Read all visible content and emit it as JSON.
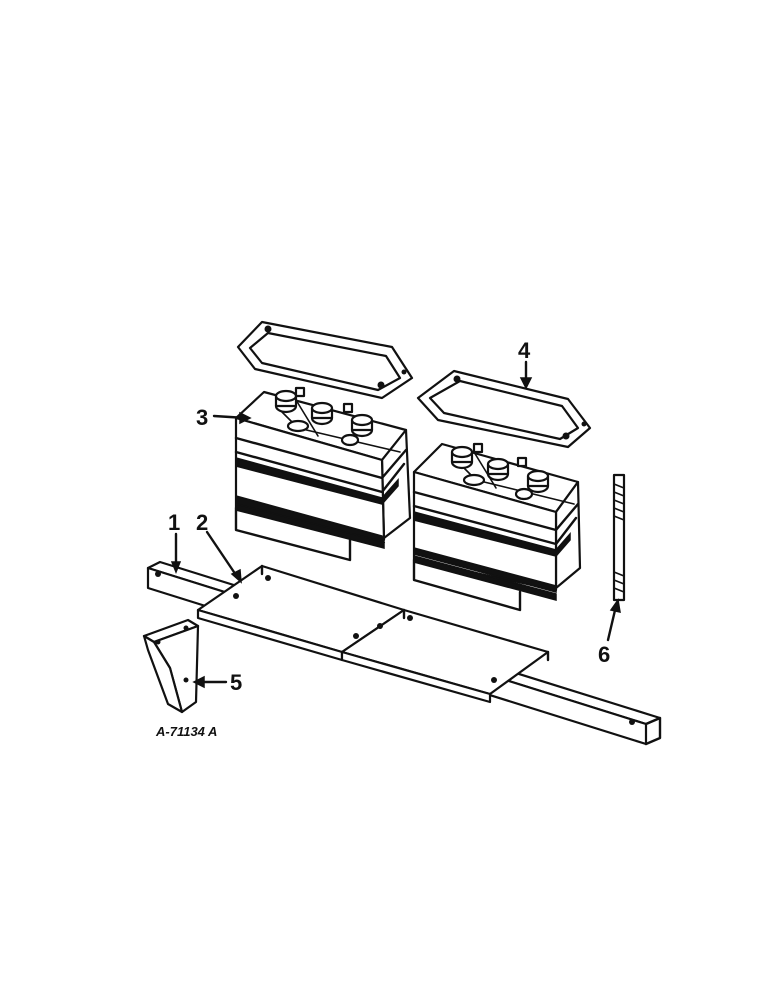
{
  "figure": {
    "figure_id": "A-71134 A",
    "colors": {
      "ink": "#111111",
      "paper": "#ffffff"
    }
  },
  "callouts": [
    {
      "id": "c1",
      "label": "1",
      "part": "support-rail"
    },
    {
      "id": "c2",
      "label": "2",
      "part": "battery-tray"
    },
    {
      "id": "c3",
      "label": "3",
      "part": "battery"
    },
    {
      "id": "c4",
      "label": "4",
      "part": "hold-down-frame"
    },
    {
      "id": "c5",
      "label": "5",
      "part": "bracket"
    },
    {
      "id": "c6",
      "label": "6",
      "part": "threaded-rod"
    }
  ]
}
